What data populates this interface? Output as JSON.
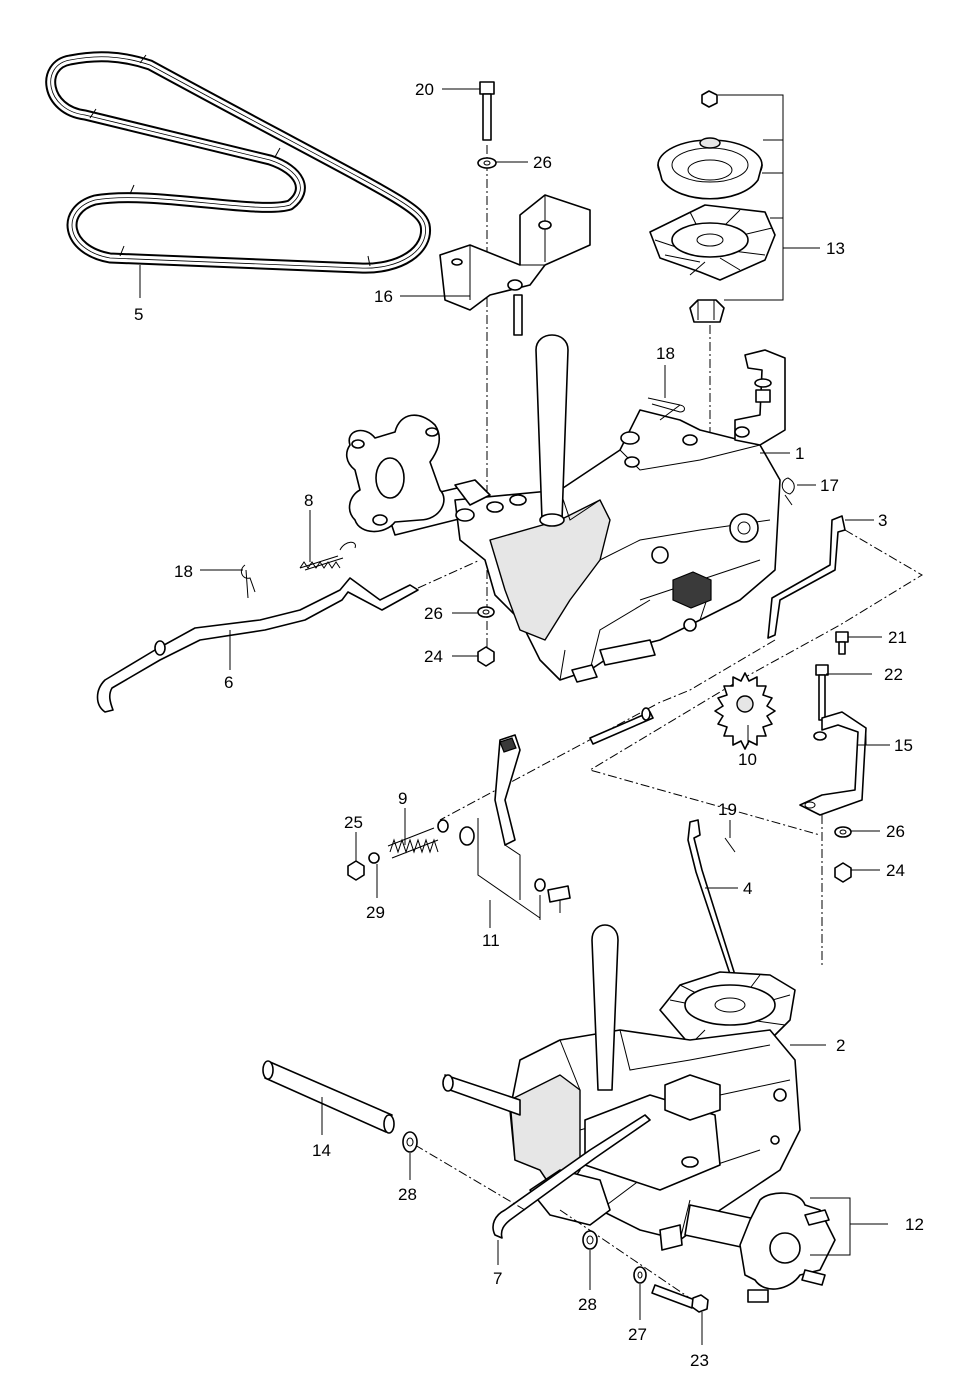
{
  "callouts": {
    "n1": "1",
    "n2": "2",
    "n3": "3",
    "n4": "4",
    "n5": "5",
    "n6": "6",
    "n7": "7",
    "n8": "8",
    "n9": "9",
    "n10": "10",
    "n11": "11",
    "n12": "12",
    "n13": "13",
    "n14": "14",
    "n15": "15",
    "n16": "16",
    "n17": "17",
    "n18a": "18",
    "n18b": "18",
    "n19": "19",
    "n20": "20",
    "n21": "21",
    "n22": "22",
    "n23": "23",
    "n24a": "24",
    "n24b": "24",
    "n25": "25",
    "n26a": "26",
    "n26b": "26",
    "n26c": "26",
    "n27": "27",
    "n28a": "28",
    "n28b": "28",
    "n29": "29"
  },
  "colors": {
    "line": "#000000",
    "background": "#ffffff",
    "shade": "#e6e6e6",
    "dark": "#3a3a3a"
  }
}
